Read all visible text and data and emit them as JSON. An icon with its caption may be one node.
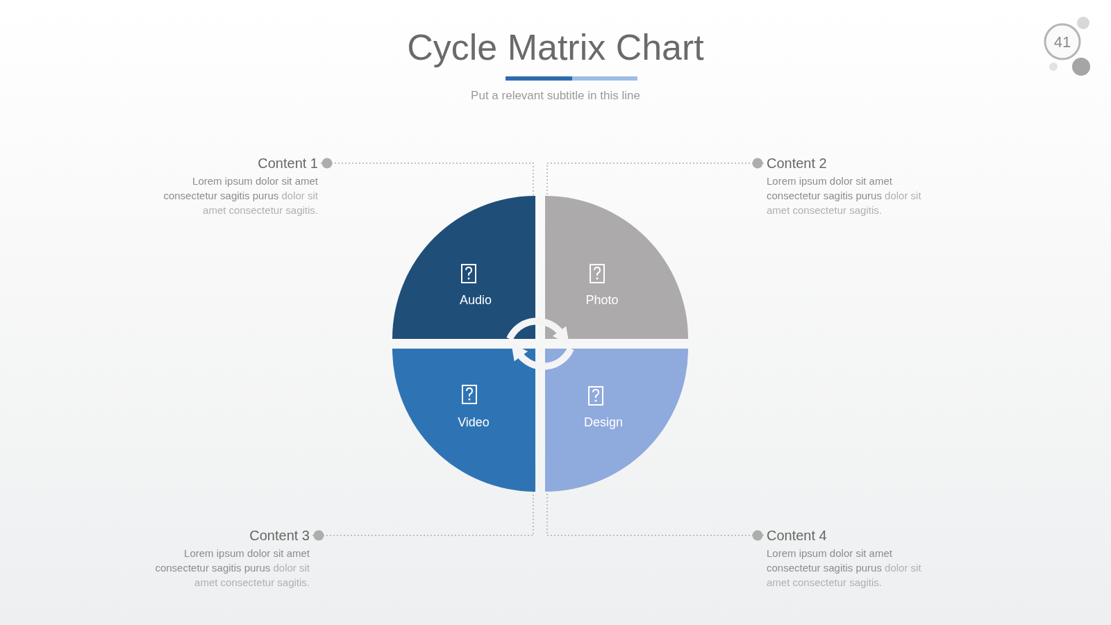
{
  "diagram": {
    "title": "Cycle Matrix Chart",
    "caption": "Put a relevant subtitle in this line",
    "nodes": [
      {
        "text": [
          "Content 1",
          "**Lorem ipsum dolor sit amet consectetur sagitis purus** dolor sit amet consectetur sagitis."
        ]
      },
      {
        "text": [
          "Content 2",
          "**Lorem ipsum dolor sit amet consectetur sagitis purus** dolor sit amet consectetur sagitis."
        ]
      },
      {
        "text": [
          "Audio"
        ]
      },
      {
        "text": [
          "Photo"
        ]
      },
      {
        "text": [
          "Video"
        ]
      },
      {
        "text": [
          "Design"
        ]
      },
      {
        "text": [
          "Content 3",
          "**Lorem ipsum dolor sit amet consectetur sagitis purus** dolor sit amet consectetur sagitis."
        ]
      },
      {
        "text": [
          "Content 4",
          "**Lorem ipsum dolor sit amet consectetur sagitis purus** dolor sit amet consectetur sagitis."
        ]
      }
    ],
    "edges": [
      {
        "from": 0,
        "to": 2,
        "arrow": "other",
        "style": "dashed"
      },
      {
        "from": 1,
        "to": 3,
        "arrow": "other",
        "style": "dashed"
      },
      {
        "from": 6,
        "to": 4,
        "arrow": "other",
        "style": "dashed"
      },
      {
        "from": 7,
        "to": 5,
        "arrow": "other",
        "style": "dashed"
      },
      {
        "from": 2,
        "to": 3,
        "arrow": "to",
        "style": "thick",
        "color": "#f4f4f5"
      },
      {
        "from": 5,
        "to": 4,
        "arrow": "to",
        "style": "thick",
        "color": "#f4f4f5"
      }
    ],
    "labels": [
      "41"
    ]
  }
}
